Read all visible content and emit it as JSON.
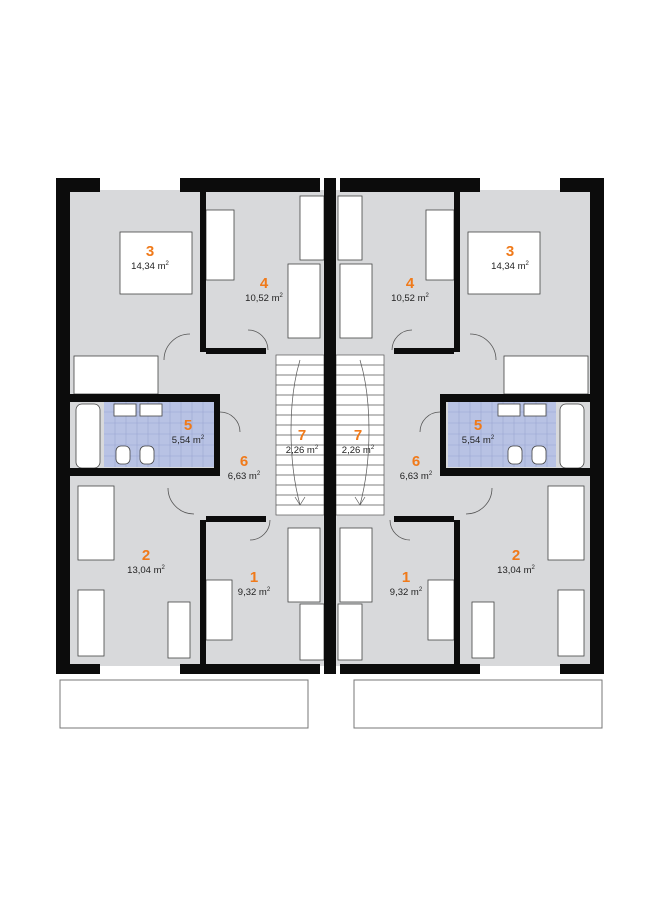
{
  "colors": {
    "wall": "#0c0c0c",
    "floor": "#d8d9db",
    "bathroom": "#b8c2e4",
    "number": "#f07a1a",
    "text": "#222222",
    "background": "#ffffff"
  },
  "rooms": [
    {
      "number": "3",
      "area": "14,34 m",
      "unit_sup": "2"
    },
    {
      "number": "4",
      "area": "10,52 m",
      "unit_sup": "2"
    },
    {
      "number": "4",
      "area": "10,52 m",
      "unit_sup": "2"
    },
    {
      "number": "3",
      "area": "14,34 m",
      "unit_sup": "2"
    },
    {
      "number": "5",
      "area": "5,54 m",
      "unit_sup": "2"
    },
    {
      "number": "6",
      "area": "6,63 m",
      "unit_sup": "2"
    },
    {
      "number": "7",
      "area": "2,26 m",
      "unit_sup": "2"
    },
    {
      "number": "7",
      "area": "2,26 m",
      "unit_sup": "2"
    },
    {
      "number": "6",
      "area": "6,63 m",
      "unit_sup": "2"
    },
    {
      "number": "5",
      "area": "5,54 m",
      "unit_sup": "2"
    },
    {
      "number": "2",
      "area": "13,04 m",
      "unit_sup": "2"
    },
    {
      "number": "1",
      "area": "9,32 m",
      "unit_sup": "2"
    },
    {
      "number": "1",
      "area": "9,32 m",
      "unit_sup": "2"
    },
    {
      "number": "2",
      "area": "13,04 m",
      "unit_sup": "2"
    }
  ]
}
